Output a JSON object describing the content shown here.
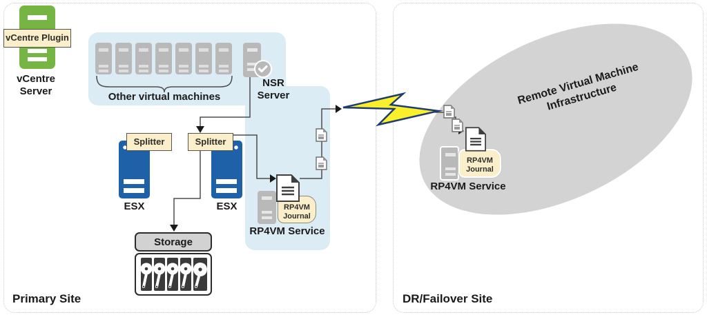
{
  "primary": {
    "panel_label": "Primary Site",
    "plugin_label": "vCentre Plugin",
    "vcentre_server_label": "vCentre Server",
    "vm_group_label": "Other virtual machines",
    "nsr_label": "NSR Server",
    "splitter_left_label": "Splitter",
    "splitter_right_label": "Splitter",
    "esx_left_label": "ESX",
    "esx_right_label": "ESX",
    "storage_label": "Storage",
    "journal_label": "RP4VM Journal",
    "service_label": "RP4VM Service"
  },
  "dr": {
    "panel_label": "DR/Failover Site",
    "infrastructure_label": "Remote Virtual Machine Infrastructure",
    "journal_label": "RP4VM Journal",
    "service_label": "RP4VM Service"
  },
  "colors": {
    "panel_border": "#c9c9c9",
    "vm_background_blue": "#dcecf5",
    "accent_green": "#76b543",
    "esx_blue": "#1e61a8",
    "label_tan": "#faeecb",
    "server_gray": "#b9b9b9",
    "ellipse_gray": "#d3d3d3",
    "lightning_yellow": "#f9ef2b",
    "lightning_outline": "#1e3c6e",
    "connector": "#4d4d4d",
    "text": "#1a1a1a"
  }
}
